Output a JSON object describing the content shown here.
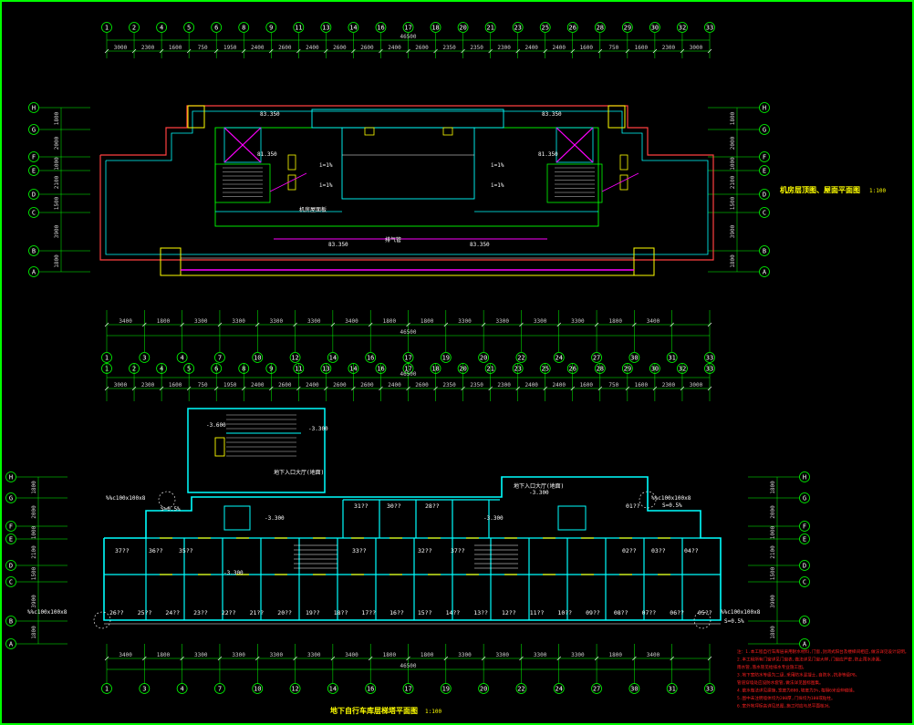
{
  "colors": {
    "background": "#000000",
    "frame": "#00ff00",
    "grid": "#00ff00",
    "wall": "#00ffff",
    "outer_wall": "#ff4040",
    "accent_magenta": "#ff00ff",
    "door": "#ffff00",
    "title": "#ffff00",
    "notes": "#ff2020",
    "text": "#ffffff"
  },
  "top_plan": {
    "title": "机房层顶图、屋面平面图",
    "scale": "1:100",
    "axes_top": [
      "1",
      "2",
      "4",
      "5",
      "6",
      "8",
      "9",
      "11",
      "13",
      "14",
      "16",
      "17",
      "18",
      "20",
      "21",
      "23",
      "25",
      "26",
      "28",
      "29",
      "30",
      "32",
      "33"
    ],
    "dims_top": [
      "3000",
      "2300",
      "1600",
      "750",
      "1950",
      "2400",
      "2600",
      "2400",
      "2600",
      "2600",
      "2400",
      "2600",
      "2350",
      "2350",
      "2300",
      "2400",
      "2400",
      "1600",
      "750",
      "1600",
      "2300",
      "3000"
    ],
    "total_top": "46500",
    "axes_bottom": [
      "1",
      "3",
      "4",
      "7",
      "10",
      "12",
      "14",
      "16",
      "17",
      "19",
      "20",
      "22",
      "24",
      "27",
      "30",
      "31",
      "33"
    ],
    "dims_bottom": [
      "3400",
      "1800",
      "3300",
      "3300",
      "3300",
      "3300",
      "3400",
      "1800",
      "1800",
      "3300",
      "3300",
      "3300",
      "3300",
      "1800",
      "3400"
    ],
    "total_bottom": "46500",
    "rows": [
      "H",
      "G",
      "F",
      "E",
      "D",
      "C",
      "B",
      "A"
    ],
    "dims_side": [
      "1800",
      "2000",
      "1000",
      "2100",
      "1500",
      "3900",
      "1800"
    ],
    "elev_labels": [
      "83.350",
      "83.350",
      "81.350",
      "81.350",
      "83.350",
      "83.350"
    ],
    "annotations": [
      "i=1%",
      "i=1%",
      "i=1%",
      "i=1%",
      "机房屋面板",
      "排气管"
    ]
  },
  "bottom_plan": {
    "title": "地下自行车库层梯塔平面图",
    "scale": "1:100",
    "axes_top": [
      "1",
      "2",
      "4",
      "5",
      "6",
      "8",
      "9",
      "11",
      "13",
      "14",
      "16",
      "17",
      "18",
      "20",
      "21",
      "23",
      "25",
      "26",
      "28",
      "29",
      "30",
      "32",
      "33"
    ],
    "dims_top": [
      "3000",
      "2300",
      "1600",
      "750",
      "1950",
      "2400",
      "2600",
      "2400",
      "2600",
      "2600",
      "2400",
      "2600",
      "2350",
      "2350",
      "2300",
      "2400",
      "2400",
      "1600",
      "750",
      "1600",
      "2300",
      "3000"
    ],
    "total_top": "46500",
    "axes_bottom": [
      "1",
      "3",
      "4",
      "7",
      "10",
      "12",
      "14",
      "16",
      "17",
      "19",
      "20",
      "22",
      "24",
      "27",
      "30",
      "31",
      "33"
    ],
    "dims_bottom": [
      "3400",
      "1800",
      "3300",
      "3300",
      "3300",
      "3300",
      "3400",
      "1800",
      "1800",
      "3300",
      "3300",
      "3300",
      "3300",
      "1800",
      "3400"
    ],
    "total_bottom": "46500",
    "rows": [
      "H",
      "G",
      "F",
      "E",
      "D",
      "C",
      "B",
      "A"
    ],
    "dims_side": [
      "1800",
      "2000",
      "1000",
      "2100",
      "1500",
      "3900",
      "1800"
    ],
    "vents": [
      "%%c100x100x8",
      "%%c100x100x8",
      "%%c100x100x8",
      "%%c100x100x8"
    ],
    "drains": [
      "S=0.5%",
      "S=0.5%",
      "S=0.5%"
    ],
    "elevs": [
      "-3.600",
      "-3.300",
      "-3.300",
      "-3.300",
      "-3.300",
      "-3.300"
    ],
    "entries": [
      "地下入口大厅(地面)",
      "地下入口大厅(地面)"
    ],
    "rooms_row1": [
      "31??",
      "30??",
      "28??",
      "01??"
    ],
    "rooms_row2": [
      "37??",
      "36??",
      "35??",
      "33??",
      "32??",
      "37??",
      "02??",
      "03??",
      "04??"
    ],
    "rooms_row3": [
      "26??",
      "25??",
      "24??",
      "23??",
      "22??",
      "21??",
      "20??",
      "19??",
      "18??",
      "17??",
      "16??",
      "15??",
      "14??",
      "13??",
      "12??",
      "11??",
      "10??",
      "09??",
      "08??",
      "07??",
      "06??",
      "05??"
    ]
  },
  "notes": [
    "注：1.本工程自行车库层采用耐水材料,门窗,封闭式阳台及楼梯间相应,做法详见设计说明。",
    "2.本工程所有门窗详见门窗表,做法详见门窗大样,门窗应严密,防止雨水渗漏。",
    "   雨水管,落水管见给排水专业施工图。",
    "3.地下室防水等级为二级,采用防水混凝土,自防水,抗渗等级P8。",
    "   管道穿墙处应设防水套管,做法详见国标图集。",
    "4.散水做法详见建施,宽度为800,坡度为3%,每隔6米设伸缩缝。",
    "5.图中未注明墙体均为200厚,门垛均为100或贴柱。",
    "6.室外地坪标高详见总图,施工时应与总平面核对。"
  ]
}
